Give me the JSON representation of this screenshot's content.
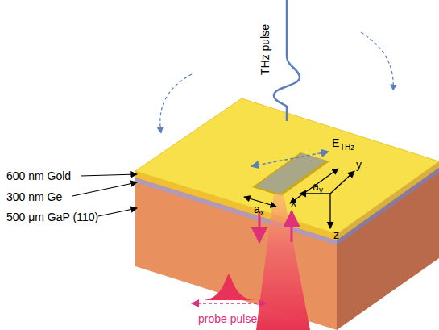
{
  "diagram": {
    "labels": [
      "THz pulse",
      "E",
      "THz",
      "a",
      "x",
      "a",
      "y",
      "x",
      "y",
      "z",
      "600 nm Gold",
      "300 nm Ge",
      "500 μm GaP (110)",
      "probe pulse"
    ]
  }
}
